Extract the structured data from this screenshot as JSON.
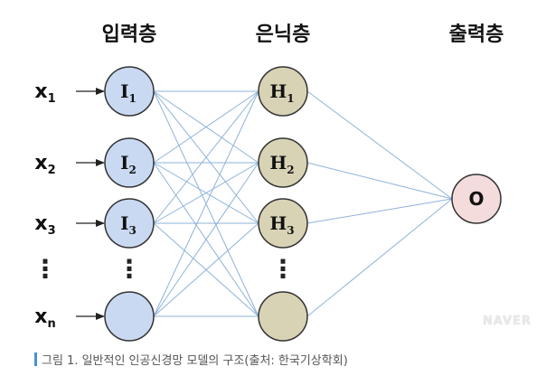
{
  "layers": {
    "input_title": "입력층",
    "hidden_title": "은닉층",
    "output_title": "출력층"
  },
  "inputs": [
    {
      "var": "x",
      "sub": "1"
    },
    {
      "var": "x",
      "sub": "2"
    },
    {
      "var": "x",
      "sub": "3"
    },
    {
      "var": "x",
      "sub": "n"
    }
  ],
  "input_nodes": [
    {
      "label": "I",
      "sub": "1"
    },
    {
      "label": "I",
      "sub": "2"
    },
    {
      "label": "I",
      "sub": "3"
    },
    {
      "label": "",
      "sub": ""
    }
  ],
  "hidden_nodes": [
    {
      "label": "H",
      "sub": "1"
    },
    {
      "label": "H",
      "sub": "2"
    },
    {
      "label": "H",
      "sub": "3"
    },
    {
      "label": "",
      "sub": ""
    }
  ],
  "output_node": {
    "label": "O"
  },
  "ellipsis": "⋮",
  "colors": {
    "input_fill": "#c9d9f2",
    "hidden_fill": "#d9d3b6",
    "output_fill": "#f4dcdc",
    "node_stroke": "#333333",
    "connection": "#8fb3d9",
    "arrow": "#222222",
    "caption_bar": "#4a90d9"
  },
  "caption": "그림 1. 일반적인 인공신경망 모델의 구조(출처: 한국기상학회)",
  "watermark": "NAVER"
}
